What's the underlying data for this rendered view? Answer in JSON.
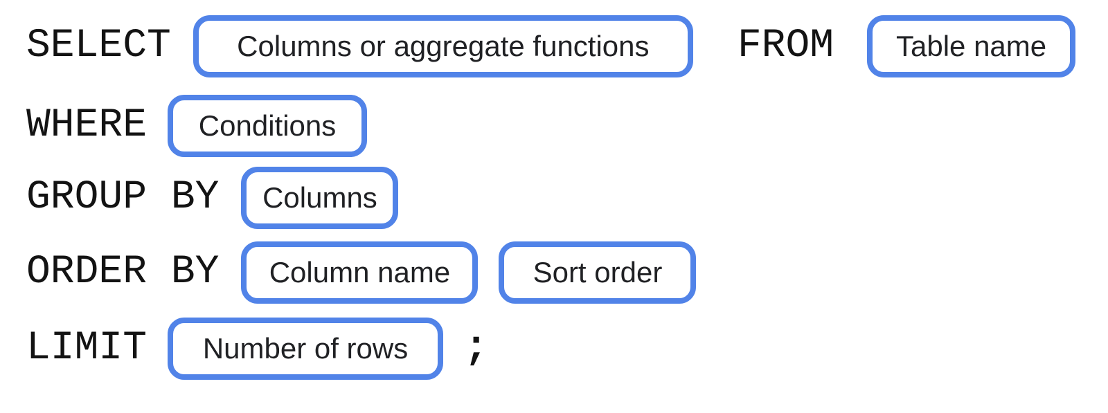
{
  "diagram": {
    "accent_color": "#5183E8",
    "keyword_color": "#131313",
    "label_color": "#202124",
    "rows": [
      {
        "keyword": "SELECT",
        "box1": "Columns or aggregate functions",
        "keyword2": "FROM",
        "box2": "Table name"
      },
      {
        "keyword": "WHERE",
        "box1": "Conditions"
      },
      {
        "keyword": "GROUP BY",
        "box1": "Columns"
      },
      {
        "keyword": "ORDER BY",
        "box1": "Column name",
        "box2": "Sort order"
      },
      {
        "keyword": "LIMIT",
        "box1": "Number of rows",
        "terminator": ";"
      }
    ]
  }
}
